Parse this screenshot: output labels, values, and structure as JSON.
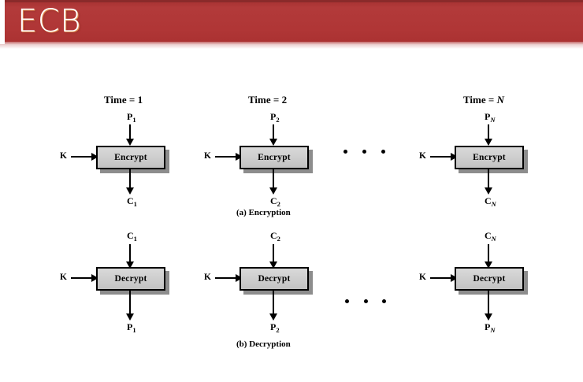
{
  "slide": {
    "title": "ECB",
    "title_bar_color": "#b23a3a",
    "background_color": "#ffffff"
  },
  "figure": {
    "encryption": {
      "caption": "(a) Encryption",
      "box_label": "Encrypt",
      "key_label": "K",
      "ellipsis_dots": 3,
      "columns": [
        {
          "time_label_prefix": "Time = ",
          "time_label_value": "1",
          "time_label_italic": false,
          "input_label": "P",
          "input_subscript": "1",
          "output_label": "C",
          "output_subscript": "1",
          "subscript_italic": false
        },
        {
          "time_label_prefix": "Time = ",
          "time_label_value": "2",
          "time_label_italic": false,
          "input_label": "P",
          "input_subscript": "2",
          "output_label": "C",
          "output_subscript": "2",
          "subscript_italic": false
        },
        {
          "time_label_prefix": "Time = ",
          "time_label_value": "N",
          "time_label_italic": true,
          "input_label": "P",
          "input_subscript": "N",
          "output_label": "C",
          "output_subscript": "N",
          "subscript_italic": true
        }
      ]
    },
    "decryption": {
      "caption": "(b) Decryption",
      "box_label": "Decrypt",
      "key_label": "K",
      "ellipsis_dots": 3,
      "columns": [
        {
          "input_label": "C",
          "input_subscript": "1",
          "output_label": "P",
          "output_subscript": "1",
          "subscript_italic": false
        },
        {
          "input_label": "C",
          "input_subscript": "2",
          "output_label": "P",
          "output_subscript": "2",
          "subscript_italic": false
        },
        {
          "input_label": "C",
          "input_subscript": "N",
          "output_label": "P",
          "output_subscript": "N",
          "subscript_italic": true
        }
      ]
    }
  }
}
